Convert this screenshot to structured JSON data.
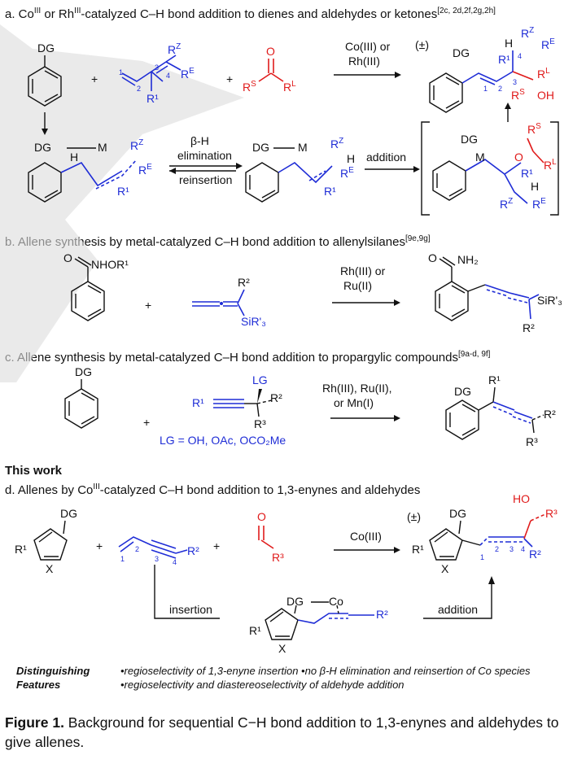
{
  "sections": {
    "a": {
      "title_prefix": "a. Co",
      "sup1": "III",
      "title_mid": " or Rh",
      "sup2": "III",
      "title_rest": "-catalyzed C–H bond addition to dienes and aldehydes or ketones",
      "refs": "[2c, 2d,2f,2g,2h]",
      "catalyst": [
        "Co(III) or",
        "Rh(III)"
      ],
      "racemic": "(±)",
      "step_beta": [
        "β-H",
        "elimination",
        "reinsertion"
      ],
      "step_addition": "addition"
    },
    "b": {
      "title": "b. Allene synthesis by metal-catalyzed C–H bond addition to allenylsilanes",
      "refs": "[9e,9g]",
      "catalyst": [
        "Rh(III) or",
        "Ru(II)"
      ],
      "reagent_amide": "NHOR¹",
      "product_amide": "NH₂"
    },
    "c": {
      "title": "c. Allene synthesis by metal-catalyzed C–H bond addition to propargylic compounds",
      "refs": "[9a-d, 9f]",
      "catalyst": [
        "Rh(III), Ru(II),",
        "or Mn(I)"
      ],
      "lg_def": "LG = OH, OAc, OCO₂Me"
    },
    "this_work": "This work",
    "d": {
      "title_prefix": "d. Allenes by Co",
      "sup": "III",
      "title_rest": "-catalyzed C–H bond addition to 1,3-enynes and aldehydes",
      "catalyst": "Co(III)",
      "racemic": "(±)",
      "step_insertion": "insertion",
      "step_addition": "addition"
    }
  },
  "features": {
    "label": "Distinguishing Features",
    "text": "•regioselectivity of 1,3-enyne insertion •no β-H elimination and reinsertion of Co species •regioselectivity and diastereoselectivity of aldehyde addition"
  },
  "caption": {
    "label": "Figure 1.",
    "text": " Background for sequential C−H bond addition to 1,3-enynes and aldehydes to give allenes."
  },
  "labels": {
    "DG": "DG",
    "M": "M",
    "Co": "Co",
    "H": "H",
    "O": "O",
    "OH": "OH",
    "HO": "HO",
    "X": "X",
    "R1": "R¹",
    "R2": "R²",
    "R3": "R³",
    "RZ": "R",
    "RE": "R",
    "RS": "R",
    "RL": "R",
    "Z": "Z",
    "E": "E",
    "S": "S",
    "L": "L",
    "SiR3": "SiR'₃",
    "LG": "LG"
  },
  "colors": {
    "blue": "#1f2dd6",
    "red": "#e01b1b",
    "watermark": "#d9d9d9"
  }
}
